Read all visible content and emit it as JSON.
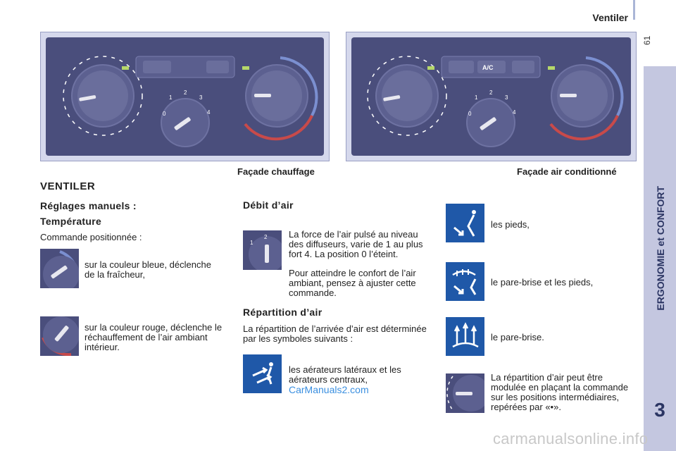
{
  "header": {
    "section_title": "Ventiler",
    "page_number": "61"
  },
  "sidebar": {
    "chapter_title": "ERGONOMIE et CONFORT",
    "chapter_number": "3"
  },
  "panels": {
    "left_caption": "Façade chauffage",
    "right_caption": "Façade air conditionné",
    "ac_label": "A/C",
    "dial_numbers": [
      "0",
      "1",
      "2",
      "3",
      "4"
    ]
  },
  "main": {
    "title": "VENTILER",
    "manual_settings": "Réglages manuels :",
    "temperature": {
      "heading": "Température",
      "intro": "Commande positionnée :",
      "blue_text": "sur la couleur bleue, déclenche de la fraîcheur,",
      "red_text": "sur la couleur rouge, déclenche le réchauffement de l’air ambiant intérieur."
    },
    "airflow": {
      "heading": "Débit d’air",
      "text1": "La force de l’air pulsé au niveau des diffuseurs, varie de 1 au plus fort 4. La position 0 l’éteint.",
      "text2": "Pour atteindre le confort de l’air ambiant, pensez à ajuster cette commande."
    },
    "distribution": {
      "heading": "Répartition d’air",
      "intro": "La répartition de l’arrivée d’air est déterminée par les symboles suivants :",
      "vents_text": "les aérateurs latéraux et les aérateurs centraux,",
      "watermark": "CarManuals2.com"
    },
    "right_column": {
      "feet": "les pieds,",
      "windscreen_feet": "le pare-brise et les pieds,",
      "windscreen": "le pare-brise.",
      "intermediate": "La répartition d’air peut être modulée en plaçant la commande sur les positions intermédiaires, repérées par «•»."
    }
  },
  "footer": {
    "watermark": "carmanualsonline.info"
  },
  "colors": {
    "panel_bg": "#4a4e7c",
    "icon_bg": "#1f58a8",
    "sidebar": "#c4c7e0",
    "sidebar_text": "#2b3563",
    "cold": "#7b8fd0",
    "hot": "#c84a4a",
    "indicator": "#b6d86a"
  }
}
